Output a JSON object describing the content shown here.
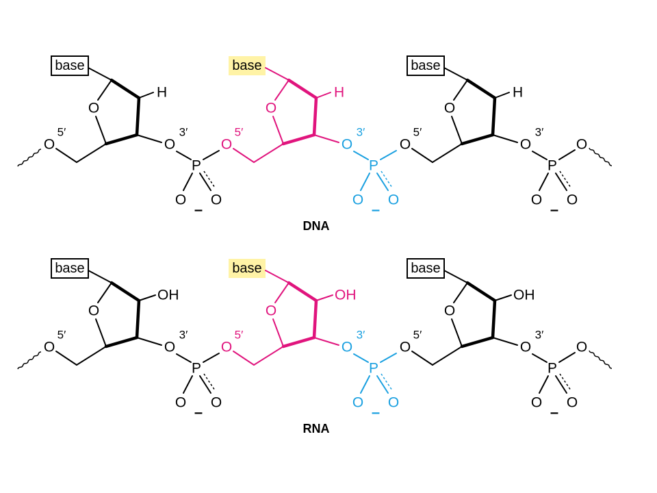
{
  "labels": {
    "base": "base",
    "ring_oxygen": "O",
    "oxygen": "O",
    "phosphorus": "P",
    "hydrogen": "H",
    "hydroxyl": "OH",
    "prime5": "5′",
    "prime3": "3′",
    "minus": "–"
  },
  "strands": [
    {
      "title": "DNA",
      "substituent": "hydrogen"
    },
    {
      "title": "RNA",
      "substituent": "hydroxyl"
    }
  ],
  "units": [
    {
      "base_box": "outline"
    },
    {
      "base_box": "highlight"
    },
    {
      "base_box": "outline"
    }
  ],
  "colors": {
    "default": "#000000",
    "highlight_sugar": "#e0147d",
    "highlight_phosphate": "#1aa0e0",
    "base_highlight_fill": "#fff3a6"
  }
}
